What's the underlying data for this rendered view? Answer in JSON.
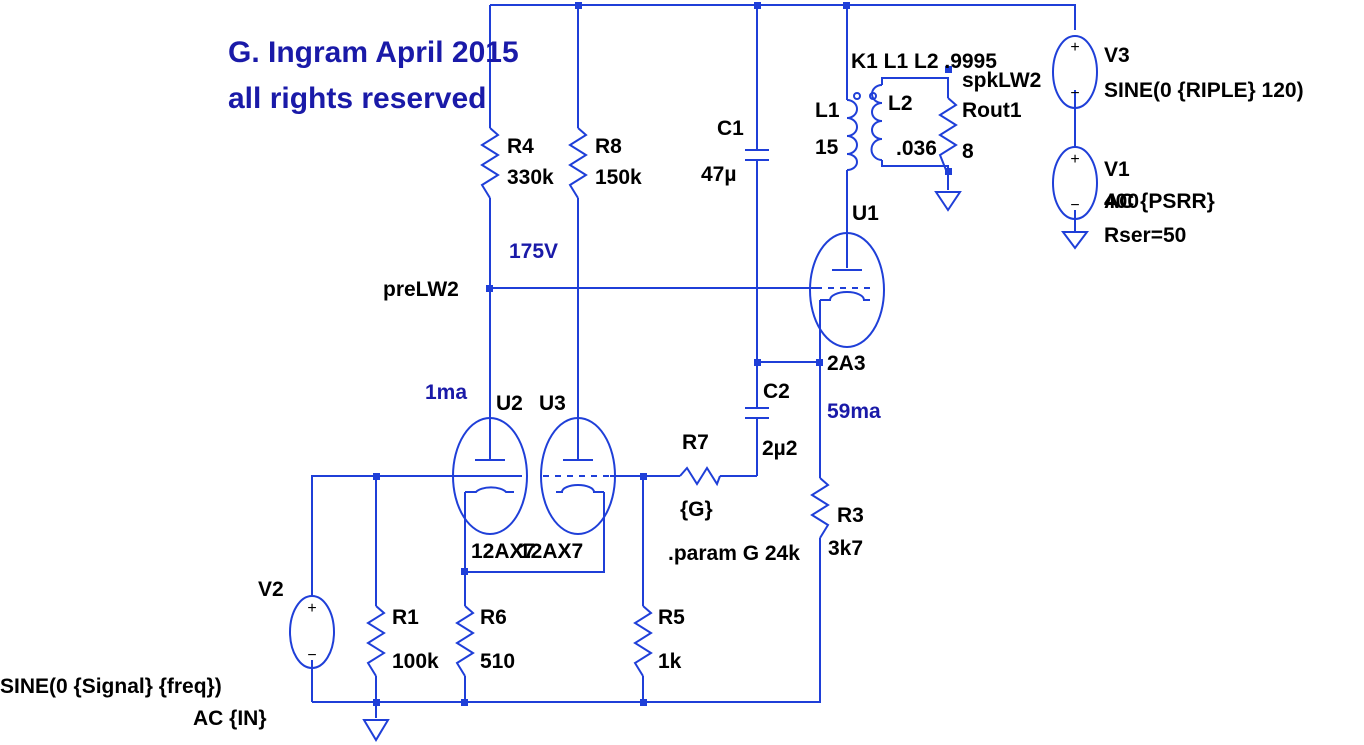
{
  "header": {
    "author_line": "G. Ingram   April 2015",
    "rights_line": "all rights reserved"
  },
  "colors": {
    "wire": "#1f3fd8",
    "annotation": "#1a1aa8",
    "text": "#000000"
  },
  "components": {
    "R4": {
      "ref": "R4",
      "value": "330k"
    },
    "R8": {
      "ref": "R8",
      "value": "150k"
    },
    "C1": {
      "ref": "C1",
      "value": "47µ"
    },
    "C2": {
      "ref": "C2",
      "value": "2µ2"
    },
    "R7": {
      "ref": "R7",
      "value": "{G}"
    },
    "R3": {
      "ref": "R3",
      "value": "3k7"
    },
    "R1": {
      "ref": "R1",
      "value": "100k"
    },
    "R6": {
      "ref": "R6",
      "value": "510"
    },
    "R5": {
      "ref": "R5",
      "value": "1k"
    },
    "L1": {
      "ref": "L1",
      "value": "15"
    },
    "L2": {
      "ref": "L2",
      "value": ".036"
    },
    "Rout1": {
      "ref": "Rout1",
      "value": "8"
    },
    "K1": {
      "text": "K1 L1 L2 .9995"
    },
    "U1": {
      "ref": "U1",
      "model": "2A3"
    },
    "U2": {
      "ref": "U2",
      "model": "12AX7"
    },
    "U3": {
      "ref": "U3",
      "model": "12AX7"
    },
    "V1": {
      "ref": "V1",
      "value_a": "400",
      "value_b": "AC {PSRR}",
      "rser": "Rser=50"
    },
    "V2": {
      "ref": "V2",
      "value": "SINE(0 {Signal} {freq})",
      "ac": "AC {IN}"
    },
    "V3": {
      "ref": "V3",
      "value": "SINE(0 {RIPLE} 120)"
    }
  },
  "nets": {
    "preLW2": "preLW2",
    "spkLW2": "spkLW2"
  },
  "annotations": {
    "v175": "175V",
    "i1ma": "1ma",
    "i59ma": "59ma"
  },
  "directives": {
    "param": ".param G 24k"
  },
  "symbols": {
    "plus": "+",
    "minus": "−"
  }
}
